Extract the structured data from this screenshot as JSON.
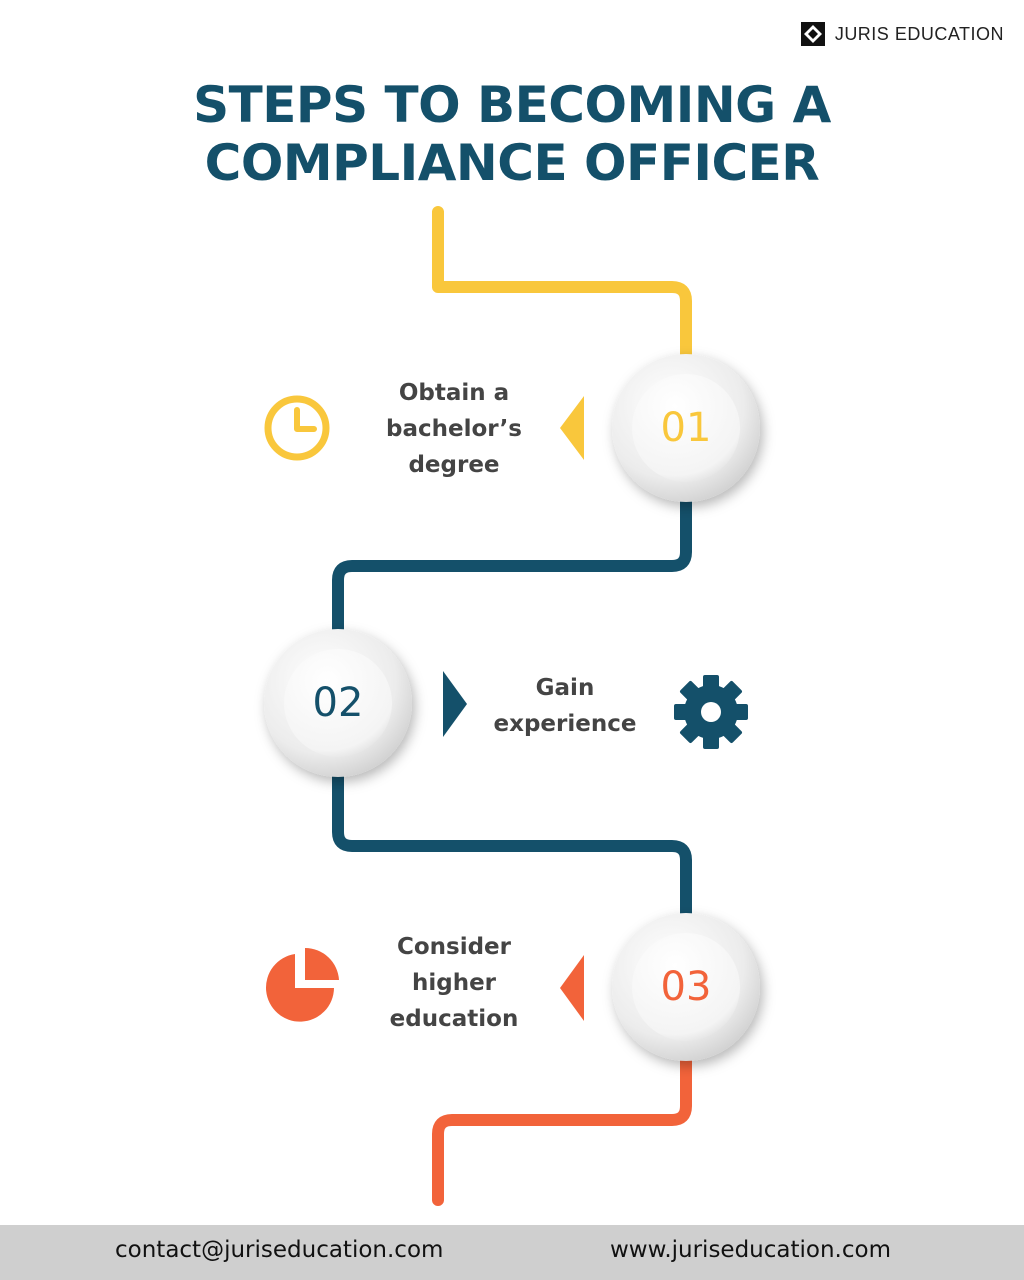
{
  "brand": {
    "name": "JURIS EDUCATION",
    "logo_icon": "juris-logo-icon"
  },
  "title": {
    "line1": "STEPS TO BECOMING A",
    "line2": "COMPLIANCE OFFICER"
  },
  "colors": {
    "title": "#14506a",
    "yellow": "#f9c73c",
    "teal": "#14506a",
    "orange": "#f2633a"
  },
  "steps": [
    {
      "number": "01",
      "lines": [
        "Obtain a",
        "bachelor’s",
        "degree"
      ],
      "icon": "clock-icon",
      "color": "#f9c73c"
    },
    {
      "number": "02",
      "lines": [
        "Gain",
        "experience"
      ],
      "icon": "gear-icon",
      "color": "#14506a"
    },
    {
      "number": "03",
      "lines": [
        "Consider",
        "higher",
        "education"
      ],
      "icon": "pie-chart-icon",
      "color": "#f2633a"
    }
  ],
  "footer": {
    "email": "contact@juriseducation.com",
    "website": "www.juriseducation.com"
  }
}
